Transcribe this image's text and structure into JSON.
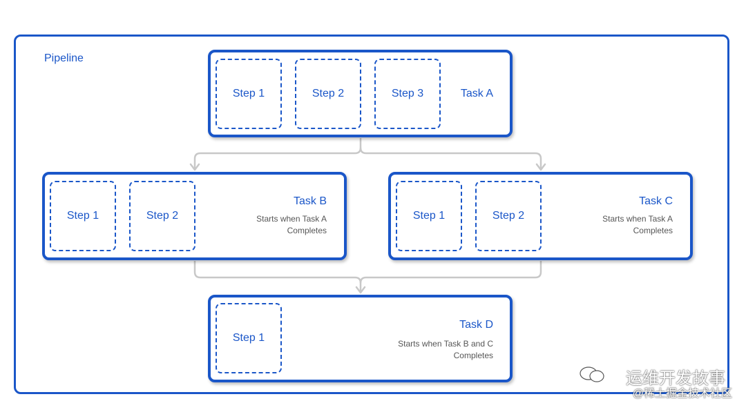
{
  "pipeline": {
    "label": "Pipeline"
  },
  "tasks": {
    "a": {
      "title": "Task A",
      "desc_line1": "",
      "desc_line2": "",
      "steps": [
        "Step 1",
        "Step 2",
        "Step 3"
      ]
    },
    "b": {
      "title": "Task B",
      "desc_line1": "Starts when Task A",
      "desc_line2": "Completes",
      "steps": [
        "Step 1",
        "Step 2"
      ]
    },
    "c": {
      "title": "Task C",
      "desc_line1": "Starts when Task A",
      "desc_line2": "Completes",
      "steps": [
        "Step 1",
        "Step 2"
      ]
    },
    "d": {
      "title": "Task D",
      "desc_line1": "Starts when Task B and C",
      "desc_line2": "Completes",
      "steps": [
        "Step 1"
      ]
    }
  },
  "watermark": {
    "line1": "运维开发故事",
    "line2": "@稀土掘金技术社区"
  },
  "colors": {
    "primary": "#1a56c8",
    "connector": "#c8c8c8",
    "text_muted": "#555555"
  }
}
